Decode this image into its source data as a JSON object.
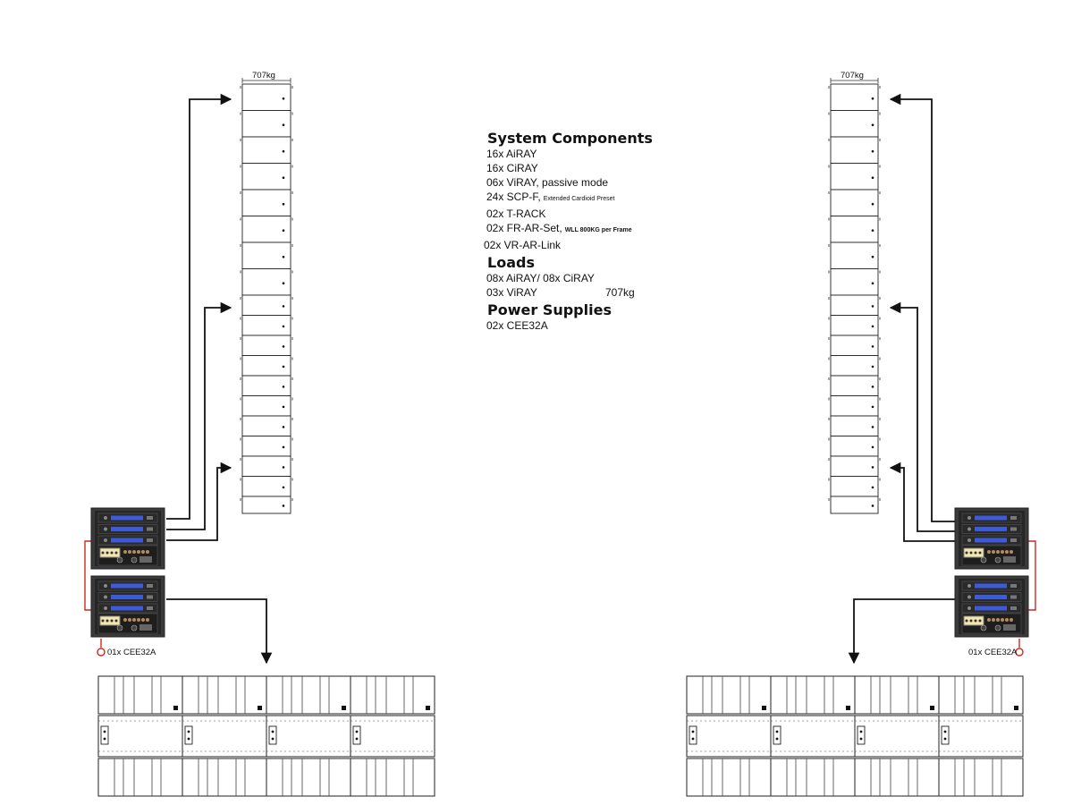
{
  "components": {
    "title": "System Components",
    "items": [
      {
        "text": "16x AiRAY",
        "note": "",
        "note_bold": false
      },
      {
        "text": "16x CiRAY",
        "note": "",
        "note_bold": false
      },
      {
        "text": "06x ViRAY, passive mode",
        "note": "",
        "note_bold": false
      },
      {
        "text": "24x SCP-F,",
        "note": "Extended Cardioid Preset",
        "note_bold": false
      },
      {
        "text": "02x T-RACK",
        "note": "",
        "note_bold": false
      },
      {
        "text": "02x FR-AR-Set,",
        "note": "WLL 800KG per Frame",
        "note_bold": true
      },
      {
        "text": "02x VR-AR-Link",
        "note": "",
        "note_bold": false
      }
    ]
  },
  "loads": {
    "title": "Loads",
    "items": [
      "08x AiRAY/ 08x CiRAY",
      "03x ViRAY"
    ],
    "weight": "707kg"
  },
  "power": {
    "title": "Power Supplies",
    "items": [
      "02x CEE32A"
    ]
  },
  "left": {
    "array_weight": "707kg",
    "power_label": "01x CEE32A"
  },
  "right": {
    "array_weight": "707kg",
    "power_label": "01x CEE32A"
  },
  "colors": {
    "cable": "#cc2a1c",
    "rack": "#3a3a3a",
    "amp_display": "#3d5bd8",
    "line": "#111111"
  }
}
